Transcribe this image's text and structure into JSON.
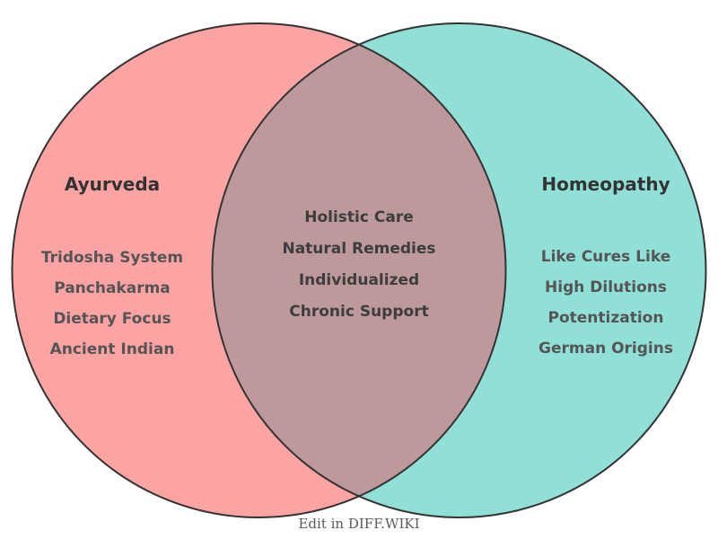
{
  "chart_data": {
    "type": "venn",
    "title": "",
    "sets": [
      {
        "name": "Ayurveda",
        "color": "#FCA4A4",
        "items": [
          "Tridosha System",
          "Panchakarma",
          "Dietary Focus",
          "Ancient Indian"
        ]
      },
      {
        "name": "Homeopathy",
        "color": "#91E0D8",
        "items": [
          "Like Cures Like",
          "High Dilutions",
          "Potentization",
          "German Origins"
        ]
      }
    ],
    "intersection": {
      "color": "#BD999B",
      "items": [
        "Holistic Care",
        "Natural Remedies",
        "Individualized",
        "Chronic Support"
      ]
    },
    "outline_color": "#333333"
  },
  "venn": {
    "left": {
      "title": "Ayurveda",
      "color": "#FCA4A4",
      "items": [
        "Tridosha System",
        "Panchakarma",
        "Dietary Focus",
        "Ancient Indian"
      ]
    },
    "right": {
      "title": "Homeopathy",
      "color": "#91E0D8",
      "items": [
        "Like Cures Like",
        "High Dilutions",
        "Potentization",
        "German Origins"
      ]
    },
    "overlap": {
      "color": "#BD999B",
      "items": [
        "Holistic Care",
        "Natural Remedies",
        "Individualized",
        "Chronic Support"
      ]
    },
    "stroke": "#333333"
  },
  "footer": {
    "label": "Edit in DIFF.WIKI"
  }
}
